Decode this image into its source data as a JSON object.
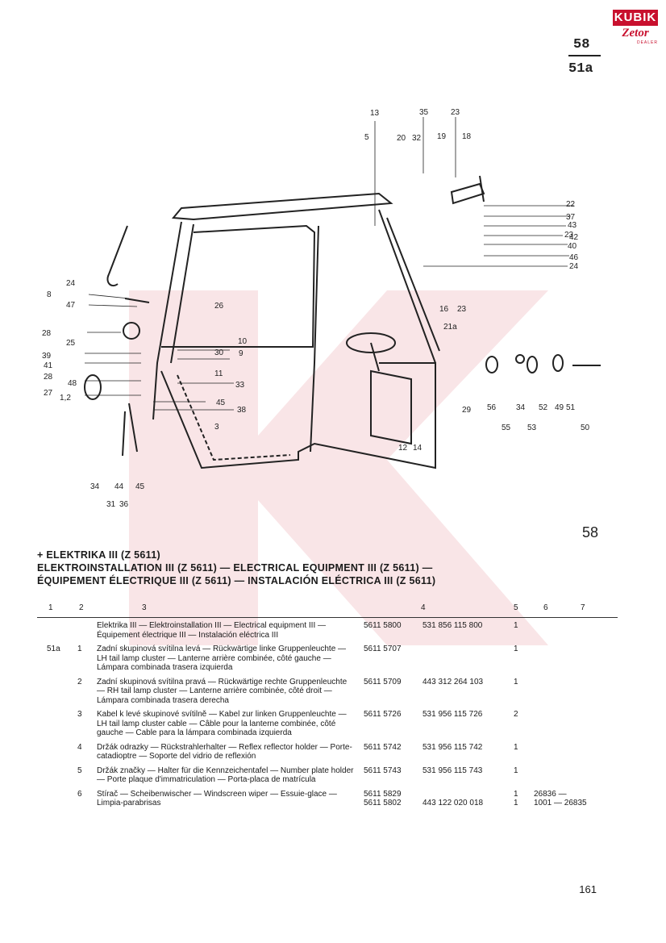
{
  "logo": {
    "brand": "KUBIK",
    "sub": "Zetor",
    "tag": "DEALER"
  },
  "page_numbers": {
    "top": "58",
    "bottom": "51a"
  },
  "diagram_labels": [
    "13",
    "35",
    "23",
    "5",
    "20",
    "32",
    "19",
    "18",
    "22",
    "37",
    "43",
    "23",
    "42",
    "40",
    "46",
    "24",
    "24",
    "8",
    "47",
    "26",
    "28",
    "25",
    "10",
    "39",
    "30",
    "9",
    "41",
    "11",
    "28",
    "48",
    "33",
    "27",
    "1,2",
    "45",
    "38",
    "3",
    "16",
    "23",
    "21a",
    "56",
    "34",
    "52",
    "49",
    "51",
    "50",
    "55",
    "53",
    "29",
    "12",
    "14",
    "34",
    "44",
    "45",
    "31",
    "36"
  ],
  "section_number": "58",
  "title": {
    "line1": "+ ELEKTRIKA III (Z 5611)",
    "line2": "ELEKTROINSTALLATION III (Z 5611) — ELECTRICAL EQUIPMENT III (Z 5611) —",
    "line3": "ÉQUIPEMENT ÉLECTRIQUE III (Z 5611) — INSTALACIÓN ELÉCTRICA III (Z 5611)"
  },
  "columns": [
    "1",
    "2",
    "3",
    "4",
    "5",
    "6",
    "7"
  ],
  "rows": [
    {
      "c1": "",
      "c2": "",
      "desc": "Elektrika III — Elektroinstallation III — Electrical equipment III — Équipement électrique III — Instalación eléctrica III",
      "p1": "5611 5800",
      "p2": "531 856 115 800",
      "qty": "1",
      "note": ""
    },
    {
      "c1": "51a",
      "c2": "1",
      "desc": "Zadní skupinová svítilna levá — Rückwärtige linke Gruppenleuchte — LH tail lamp cluster — Lanterne arrière combinée, côté gauche — Lámpara combinada trasera izquierda",
      "p1": "5611 5707",
      "p2": "",
      "qty": "1",
      "note": ""
    },
    {
      "c1": "",
      "c2": "2",
      "desc": "Zadní skupinová svítilna pravá — Rückwärtige rechte Gruppenleuchte — RH tail lamp cluster — Lanterne arrière combinée, côté droit — Lámpara combinada trasera derecha",
      "p1": "5611 5709",
      "p2": "443 312 264 103",
      "qty": "1",
      "note": ""
    },
    {
      "c1": "",
      "c2": "3",
      "desc": "Kabel k levé skupinové svítilně — Kabel zur linken Gruppenleuchte — LH tail lamp cluster cable — Câble pour la lanterne combinée, côté gauche — Cable para la lámpara combinada izquierda",
      "p1": "5611 5726",
      "p2": "531 956 115 726",
      "qty": "2",
      "note": ""
    },
    {
      "c1": "",
      "c2": "4",
      "desc": "Držák odrazky — Rückstrahlerhalter — Reflex reflector holder — Porte-catadioptre — Soporte del vidrio de reflexión",
      "p1": "5611 5742",
      "p2": "531 956 115 742",
      "qty": "1",
      "note": ""
    },
    {
      "c1": "",
      "c2": "5",
      "desc": "Držák značky — Halter für die Kennzeichentafel — Number plate holder — Porte plaque d'immatriculation — Porta-placa de matrícula",
      "p1": "5611 5743",
      "p2": "531 956 115 743",
      "qty": "1",
      "note": ""
    },
    {
      "c1": "",
      "c2": "6",
      "desc": "Stírač — Scheibenwischer — Windscreen wiper — Essuie-glace — Limpia-parabrisas",
      "p1": "5611 5829\n5611 5802",
      "p2": "\n443 122 020 018",
      "qty": "1\n1",
      "note": "26836 —\n1001 — 26835"
    }
  ],
  "footer_page": "161"
}
